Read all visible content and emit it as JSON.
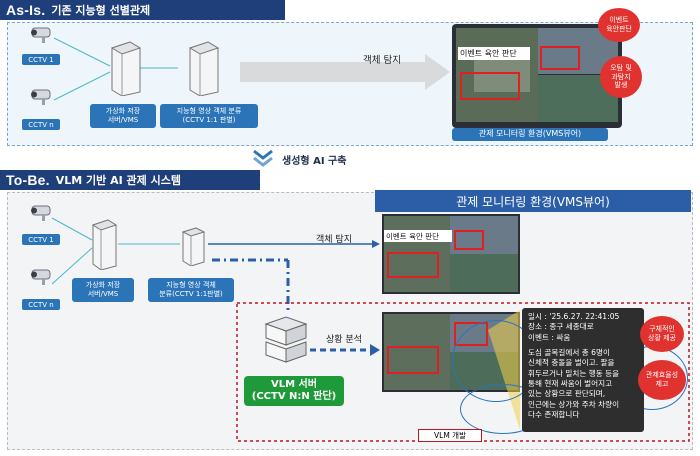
{
  "asis": {
    "title": "As-Is.",
    "subtitle": "기존 지능형 선별관제",
    "cctv_1": "CCTV 1",
    "cctv_n": "CCTV n",
    "server1": "가상화 저장\n서버/VMS",
    "server2": "지능형 영상 객체 분류\n(CCTV 1:1 판별)",
    "detect": "객체 탐지",
    "screen_label": "이벤트 육안 판단",
    "monitor_caption": "관제 모니터링 환경(VMS뷰어)",
    "bubble1": "이벤트\n육안판단",
    "bubble2": "오탐 및\n과탐지\n발생"
  },
  "transition": "생성형 AI 구축",
  "tobe": {
    "title": "To-Be.",
    "subtitle": "VLM 기반 AI 관제 시스템",
    "env_title": "관제 모니터링 환경(VMS뷰어)",
    "cctv_1": "CCTV 1",
    "cctv_n": "CCTV n",
    "server1": "가상화 저장\n서버/VMS",
    "server2": "지능형 영상 객체\n분류(CCTV 1:1판별)",
    "detect": "객체 탐지",
    "screen_label": "이벤트 육안 판단",
    "situation": "상황 분석",
    "vlm_server": "VLM 서버\n(CCTV N:N 판단)",
    "vlm_dev": "VLM 개발",
    "bubble1": "구체적인\n상황 제공",
    "bubble2": "관제효율성\n제고",
    "speech": [
      "일시 : '25.6.27. 22:41:05",
      "장소 : 종구 세종대로",
      "이벤트 : 싸움",
      "",
      "도심 골목길에서 총 6명이",
      "신체적 충돌을 벌이고. 팔을",
      "휘두르거나 밀치는 행동 등을",
      "통해 현재 싸움이 벌어지고",
      "있는 상황으로 판단되며,",
      "인근에는 상가와 주차 차량이",
      "다수 존재합니다"
    ]
  },
  "colors": {
    "header": "#1f3f7a",
    "accent": "#2c74b8",
    "alert": "#e0322e",
    "vlm_green": "#1f9a3a"
  }
}
